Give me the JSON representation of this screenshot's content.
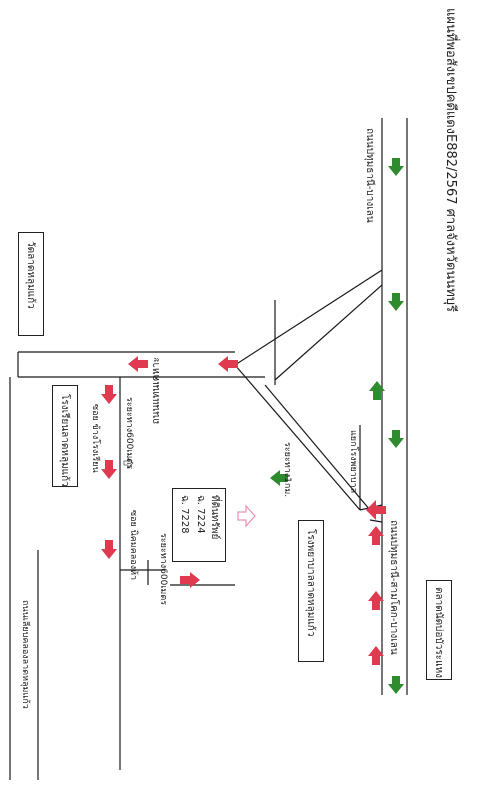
{
  "title": "แผนที่พอสังเขปคดีแดงE882/2567 ศาลจังหวัดนนทบุรี",
  "roads": {
    "main_highway": "ถนนปทุมธานี-บางเลน",
    "main_lower": "ถนนปทุมธานี-สามโคก-บางเลน",
    "upper_road": "ถนนปทุมธานี-บางเลน",
    "left_road": "ถนนแทนเคหาะ",
    "bottom_road": "ถนนเลียบคลองลาดหลุมแก้ว"
  },
  "places": {
    "market": "ตลาดนัดบ่อบัวระแหง",
    "hospital": "โรงพยาบาลลาดหลุมแก้ว",
    "temple": "วัดลาดหลุมแก้ว",
    "school": "โรงเรียนลาดหลุมแก้ว",
    "junction": "แยกโรงพยาบาล",
    "soi_a": "ซอย ข้างโรงเรียน",
    "soi_b": "ซอย นิคมคลองห้า"
  },
  "distances": {
    "d1": "ระยะทาง600เมตร",
    "d2": "ระยะทาง600เมตร",
    "d3": "ระยะทาง1กม."
  },
  "property": {
    "label": "ที่ดินทรัพย์",
    "plot1": "ฉ. 7224",
    "plot2": "ฉ. 7228"
  },
  "colors": {
    "road_line": "#1a1a1a",
    "arrow_red": "#e03a50",
    "arrow_green": "#2e8b2e",
    "arrow_yellow": "#f2c200",
    "pointer_pink": "#e890b8"
  }
}
